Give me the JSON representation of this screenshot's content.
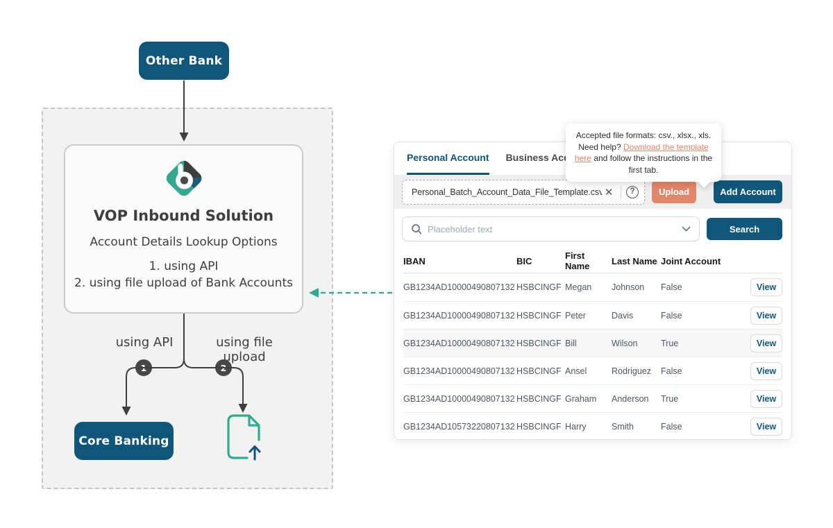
{
  "colors": {
    "primary": "#10567B",
    "salmon": "#E2876A",
    "teal": "#2FAC90",
    "charcoal": "#3E3E3E"
  },
  "diagram": {
    "other_bank_label": "Other Bank",
    "title": "VOP Inbound Solution",
    "subtitle": "Account Details Lookup Options",
    "option_1": "1. using API",
    "option_2": "2. using file upload of Bank Accounts",
    "branch_left": {
      "number": "1",
      "label": "using API"
    },
    "branch_right": {
      "number": "2",
      "label": "using file upload"
    },
    "core_banking_label": "Core Banking"
  },
  "panel": {
    "tabs": [
      {
        "label": "Personal Account",
        "active": true
      },
      {
        "label": "Business Account",
        "active": false
      }
    ],
    "upload": {
      "file_name": "Personal_Batch_Account_Data_File_Template.csv",
      "clear_icon": "✕",
      "help_icon": "?",
      "upload_button": "Upload",
      "add_account_button": "Add Account"
    },
    "search": {
      "placeholder": "Placeholder text",
      "button": "Search"
    },
    "table": {
      "columns": [
        "IBAN",
        "BIC",
        "First Name",
        "Last Name",
        "Joint Account"
      ],
      "rows": [
        {
          "iban": "GB1234AD10000490807132",
          "bic": "HSBCINGF",
          "first_name": "Megan",
          "last_name": "Johnson",
          "joint_account": "False",
          "action": "View",
          "highlighted": false
        },
        {
          "iban": "GB1234AD10000490807132",
          "bic": "HSBCINGF",
          "first_name": "Peter",
          "last_name": "Davis",
          "joint_account": "False",
          "action": "View",
          "highlighted": false
        },
        {
          "iban": "GB1234AD10000490807132",
          "bic": "HSBCINGF",
          "first_name": "Bill",
          "last_name": "Wilson",
          "joint_account": "True",
          "action": "View",
          "highlighted": true
        },
        {
          "iban": "GB1234AD10000490807132",
          "bic": "HSBCINGF",
          "first_name": "Ansel",
          "last_name": "Rodriguez",
          "joint_account": "False",
          "action": "View",
          "highlighted": false
        },
        {
          "iban": "GB1234AD10000490807132",
          "bic": "HSBCINGF",
          "first_name": "Graham",
          "last_name": "Anderson",
          "joint_account": "True",
          "action": "View",
          "highlighted": false
        },
        {
          "iban": "GB1234AD10573220807132",
          "bic": "HSBCINGF",
          "first_name": "Harry",
          "last_name": "Smith",
          "joint_account": "False",
          "action": "View",
          "highlighted": false
        }
      ]
    }
  },
  "tooltip": {
    "text_before": "Accepted file formats: csv., xlsx., xls. Need help? ",
    "link_text": "Download the template here",
    "text_after": " and follow the instructions in the first tab."
  }
}
